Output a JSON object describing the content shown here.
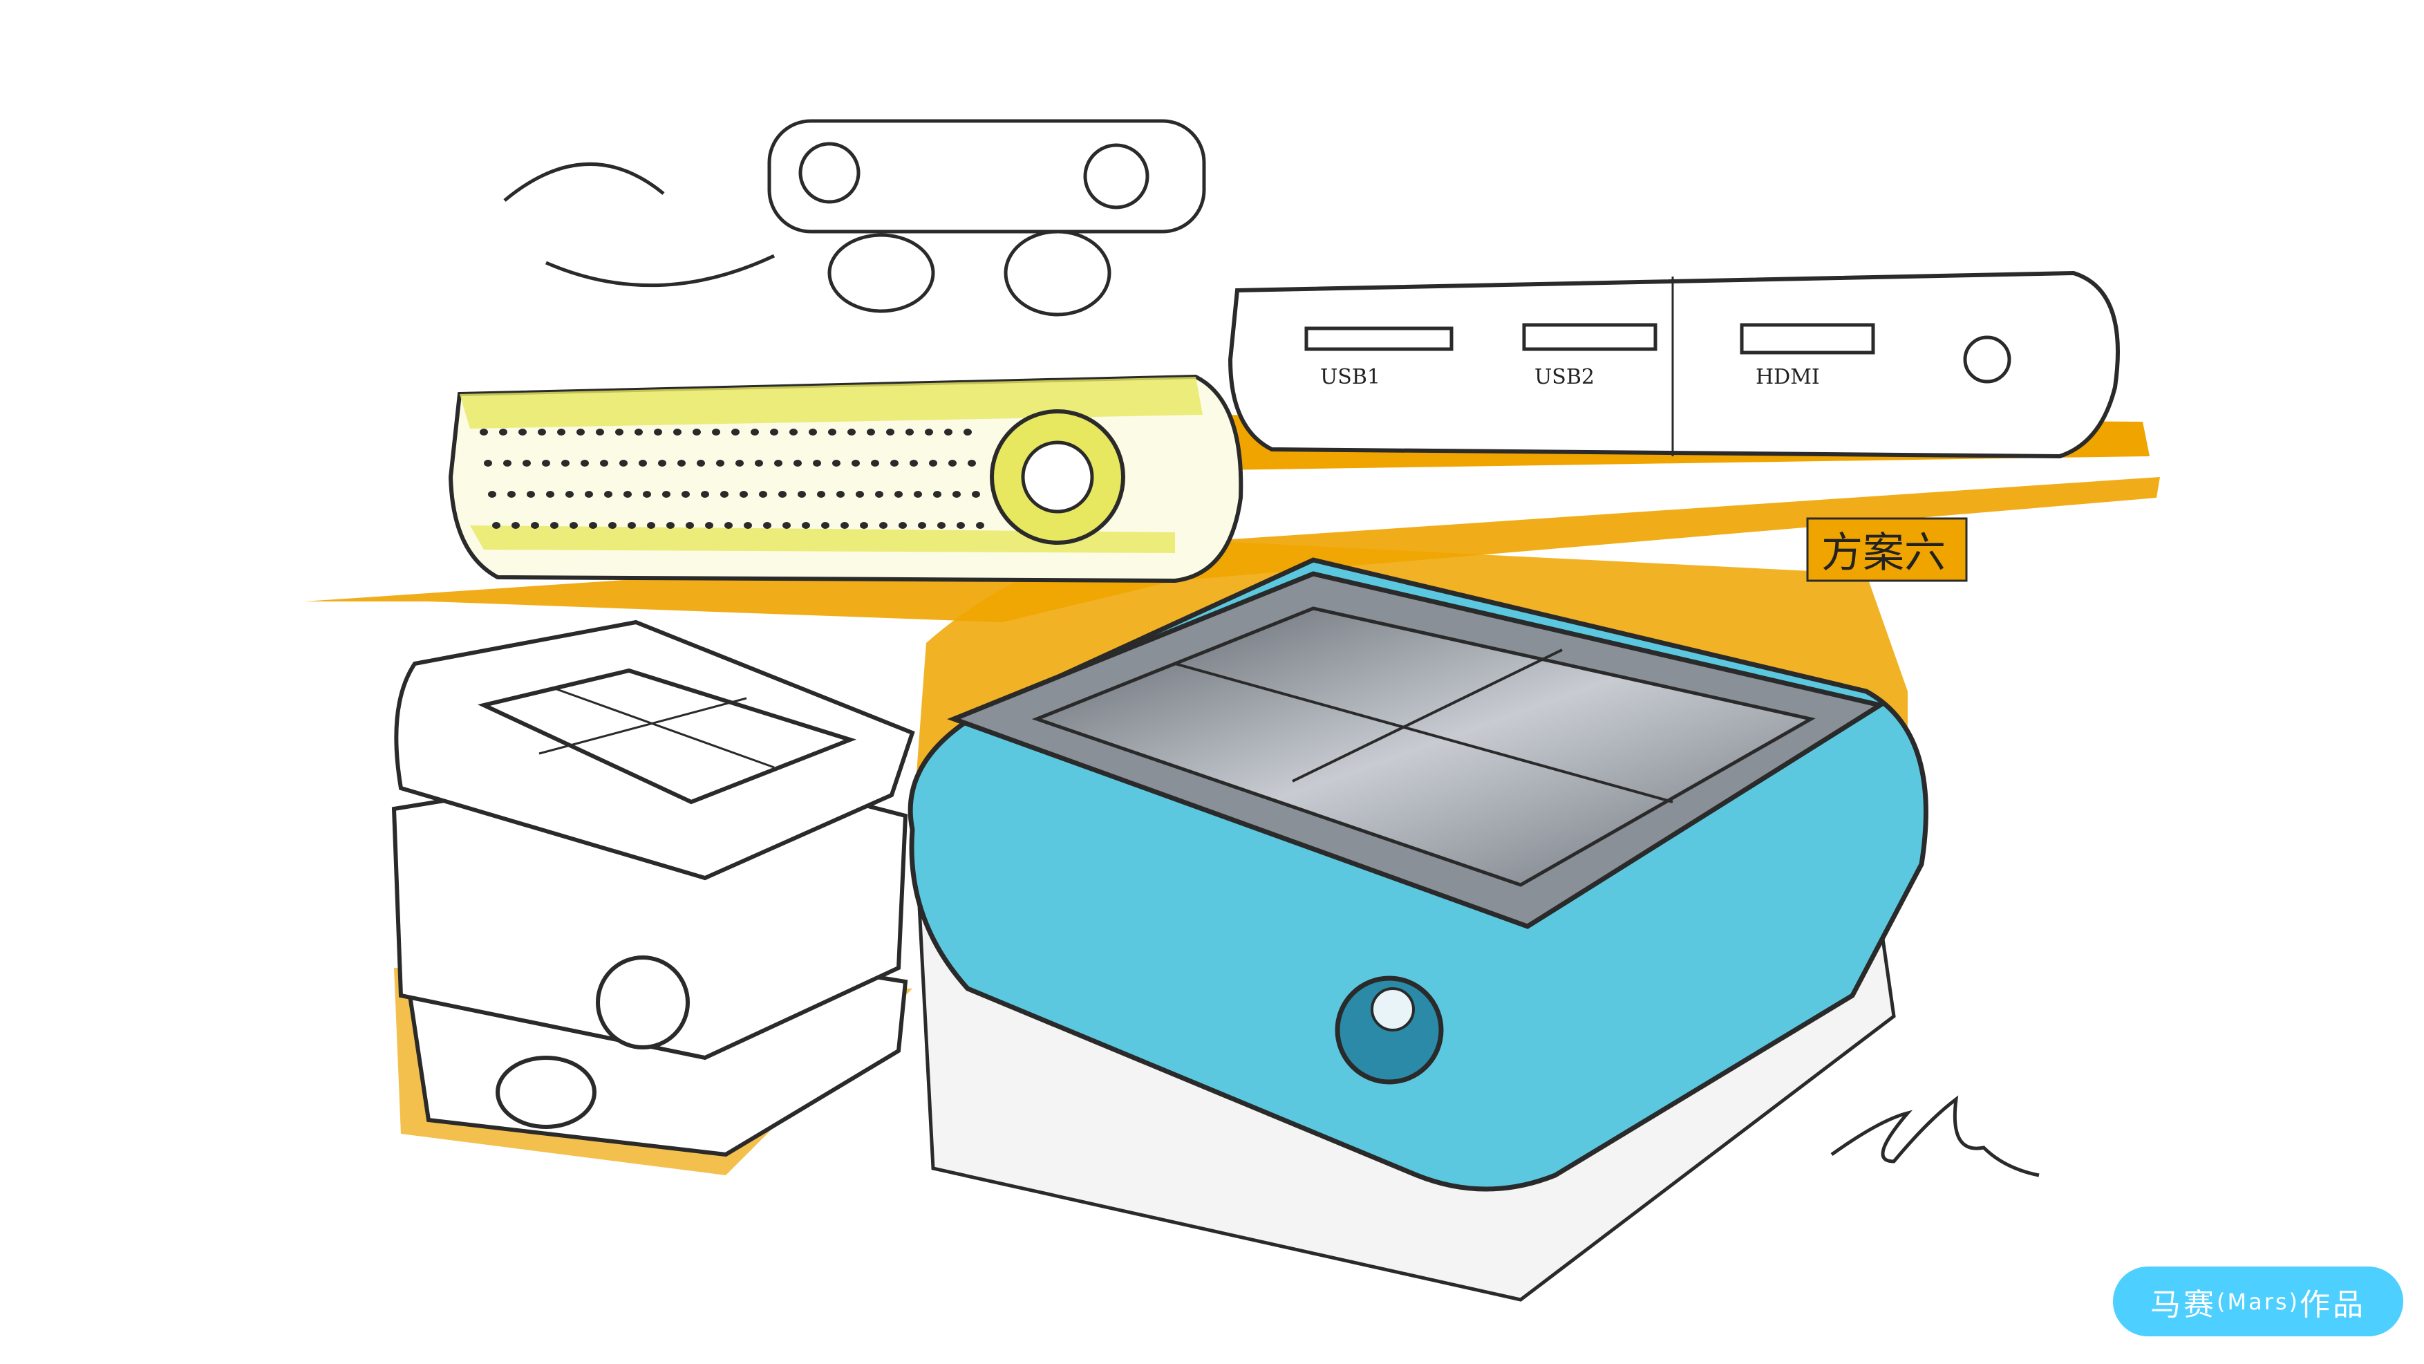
{
  "artwork": {
    "label_scheme": "方案六",
    "ports": [
      "USB1",
      "USB2",
      "HDMI"
    ],
    "colors": {
      "marker_orange": "#f0a400",
      "marker_yellow": "#e8e860",
      "marker_blue": "#5cc8e0",
      "marker_gray": "#7a8088",
      "pencil": "#2a2a2a"
    }
  },
  "badge": {
    "name": "马赛",
    "latin": "(Mars)",
    "suffix": "作品",
    "color": "#4dcfff"
  }
}
